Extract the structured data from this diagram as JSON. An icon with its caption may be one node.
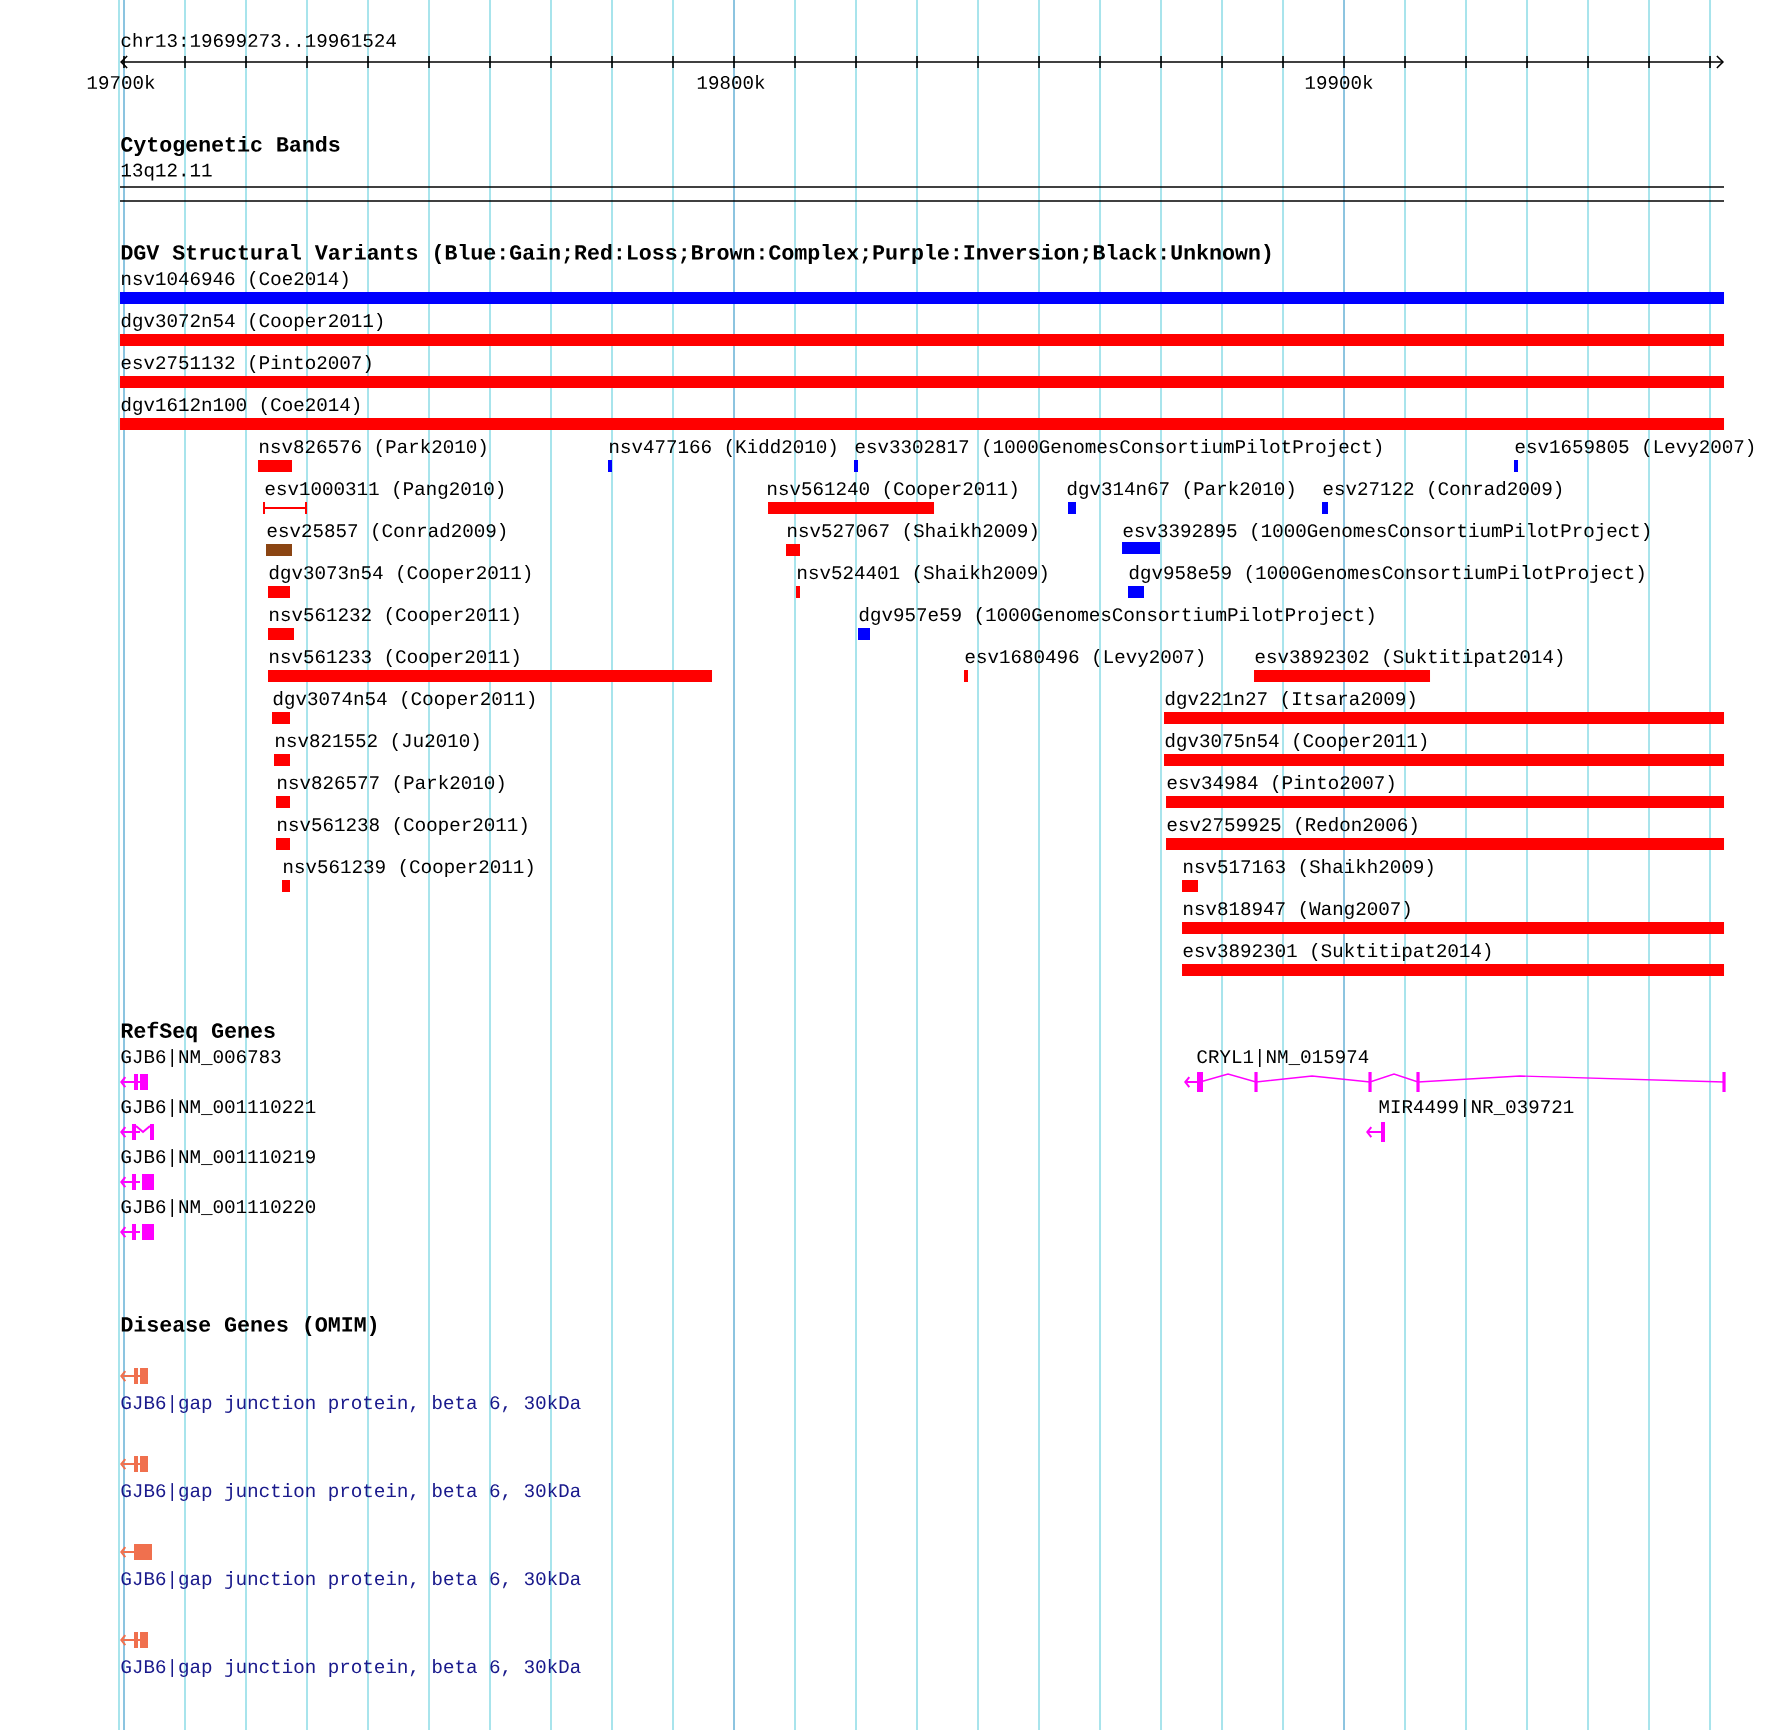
{
  "diagram": {
    "labels": [
      "chr13:19699273..19961524",
      "19700k",
      "19800k",
      "19900k",
      "Cytogenetic Bands",
      "13q12.11",
      "DGV Structural Variants (Blue:Gain;Red:Loss;Brown:Complex;Purple:Inversion;Black:Unknown)",
      "nsv1046946 (Coe2014)",
      "dgv3072n54 (Cooper2011)",
      "esv2751132 (Pinto2007)",
      "dgv1612n100 (Coe2014)",
      "nsv826576 (Park2010)",
      "nsv477166 (Kidd2010)",
      "esv3302817 (1000GenomesConsortiumPilotProject)",
      "esv1659805 (Levy2007)",
      "esv1000311 (Pang2010)",
      "nsv561240 (Cooper2011)",
      "dgv314n67 (Park2010)",
      "esv27122 (Conrad2009)",
      "esv25857 (Conrad2009)",
      "nsv527067 (Shaikh2009)",
      "esv3392895 (1000GenomesConsortiumPilotProject)",
      "dgv3073n54 (Cooper2011)",
      "nsv524401 (Shaikh2009)",
      "dgv958e59 (1000GenomesConsortiumPilotProject)",
      "nsv561232 (Cooper2011)",
      "dgv957e59 (1000GenomesConsortiumPilotProject)",
      "nsv561233 (Cooper2011)",
      "esv1680496 (Levy2007)",
      "esv3892302 (Suktitipat2014)",
      "dgv3074n54 (Cooper2011)",
      "dgv221n27 (Itsara2009)",
      "nsv821552 (Ju2010)",
      "dgv3075n54 (Cooper2011)",
      "nsv826577 (Park2010)",
      "esv34984 (Pinto2007)",
      "nsv561238 (Cooper2011)",
      "esv2759925 (Redon2006)",
      "nsv561239 (Cooper2011)",
      "nsv517163 (Shaikh2009)",
      "nsv818947 (Wang2007)",
      "esv3892301 (Suktitipat2014)",
      "RefSeq Genes",
      "GJB6|NM_006783",
      "CRYL1|NM_015974",
      "GJB6|NM_001110221",
      "MIR4499|NR_039721",
      "GJB6|NM_001110219",
      "GJB6|NM_001110220",
      "Disease Genes (OMIM)",
      "GJB6|gap junction protein, beta 6, 30kDa",
      "GJB6|gap junction protein, beta 6, 30kDa",
      "GJB6|gap junction protein, beta 6, 30kDa",
      "GJB6|gap junction protein, beta 6, 30kDa"
    ]
  }
}
